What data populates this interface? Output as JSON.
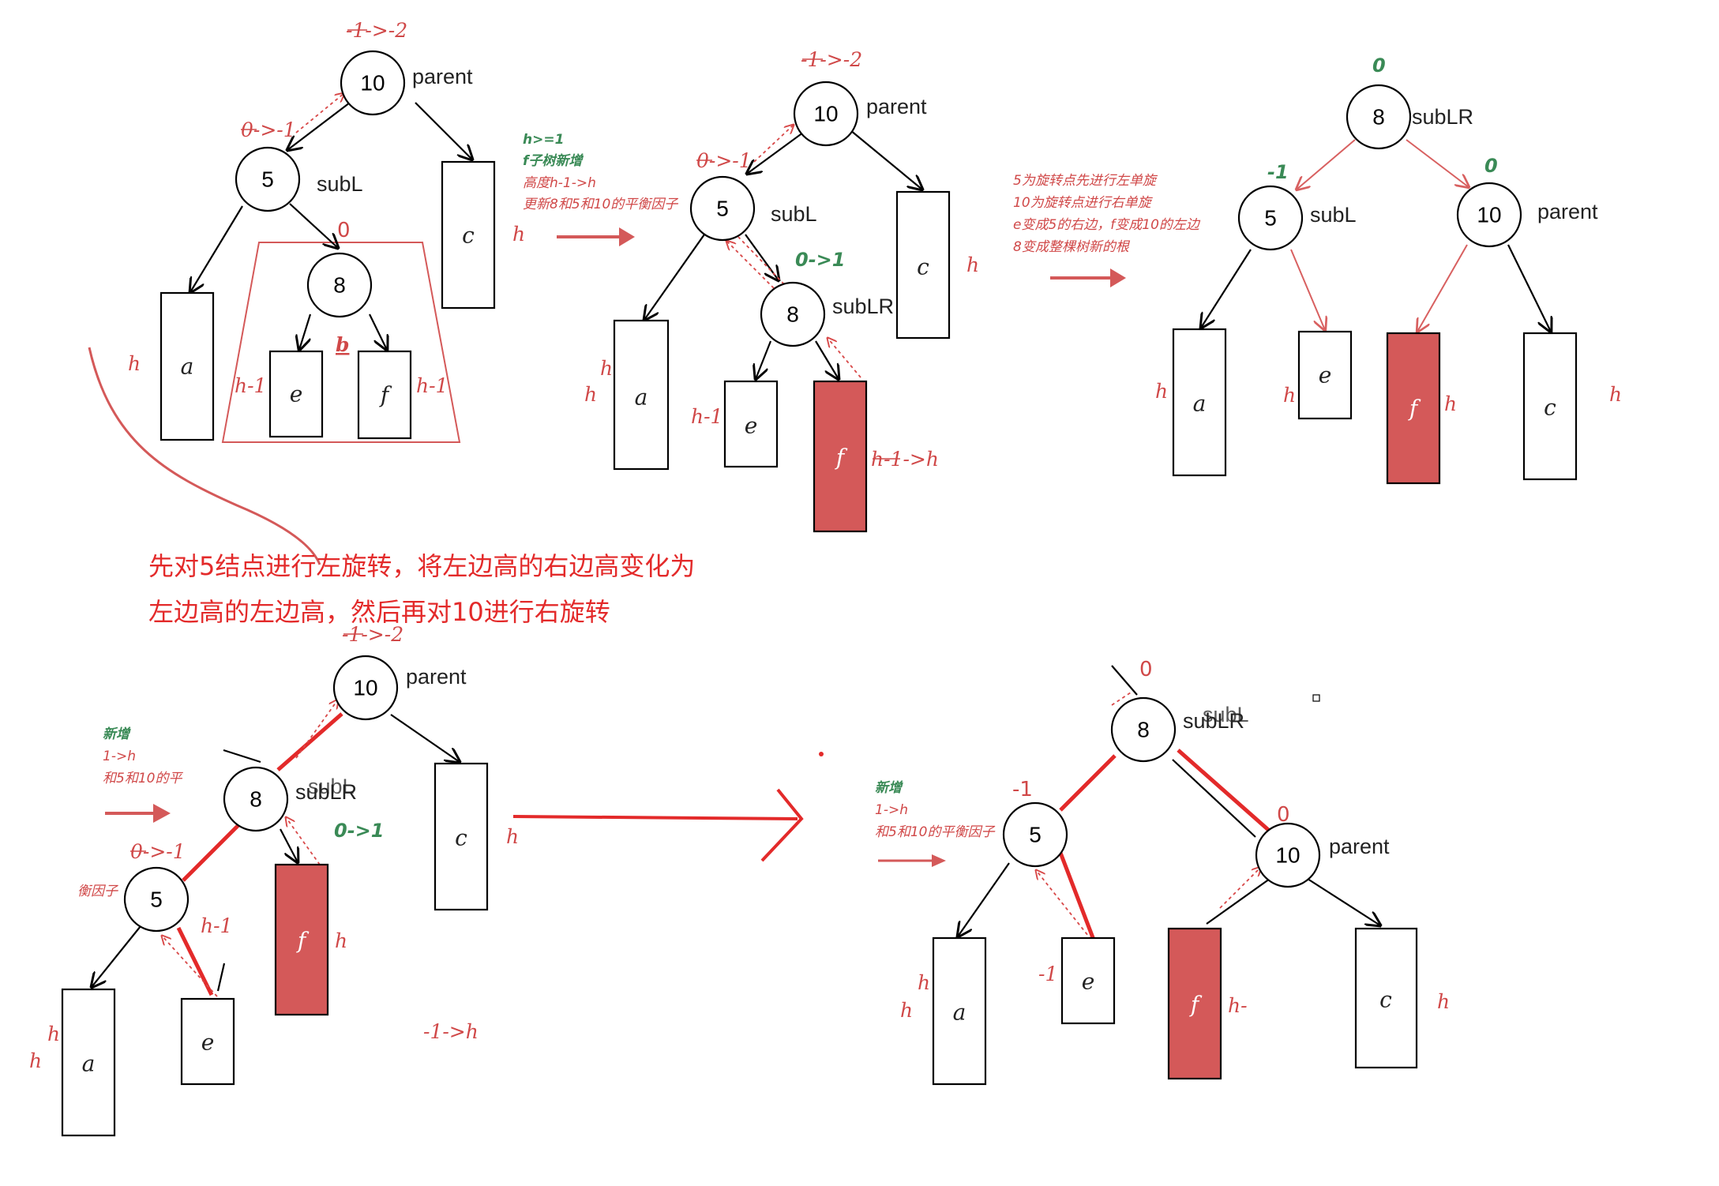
{
  "nodes": {
    "n10": "10",
    "n5": "5",
    "n8": "8"
  },
  "labels": {
    "parent": "parent",
    "subL": "subL",
    "subLR": "subLR"
  },
  "boxes": {
    "a": "a",
    "c": "c",
    "e": "e",
    "f": "f"
  },
  "heights": {
    "h": "h",
    "h_minus_1": "h-1",
    "minus_1": "-1"
  },
  "annotations": {
    "bf_parent": "-1->-2",
    "bf_subL": "0->-1",
    "bf_subLR_change": "0->1",
    "bf_zero": "0",
    "bf_minus1": "-1",
    "height_change": "h-1->h",
    "b": "b",
    "hge1": "h>=1",
    "f_new": "f子树新增",
    "height_update": "高度h-1->h",
    "update_bf": "更新8和5和10的平衡因子",
    "step1": "5为旋转点先进行左单旋",
    "step2": "10为旋转点进行右单旋",
    "step3": "e变成5的右边，f变成10的左边",
    "step4": "8变成整棵树新的根"
  },
  "partial": {
    "new_growth": "新增",
    "h_change": "1->h",
    "partial_update": "和5和10的平",
    "balance_factor": "衡因子",
    "partial_update2": "和5和10的平衡因子",
    "h_dash": "h-",
    "minus1_to_h": "-1->h",
    "minus1_sketch": "-1"
  },
  "main_note": {
    "line1": "先对5结点进行左旋转，将左边高的右边高变化为",
    "line2": "左边高的左边高，然后再对10进行右旋转"
  },
  "colors": {
    "accent_red": "#d45959",
    "green": "#3a8a56",
    "pen_red": "#e32a2a"
  }
}
